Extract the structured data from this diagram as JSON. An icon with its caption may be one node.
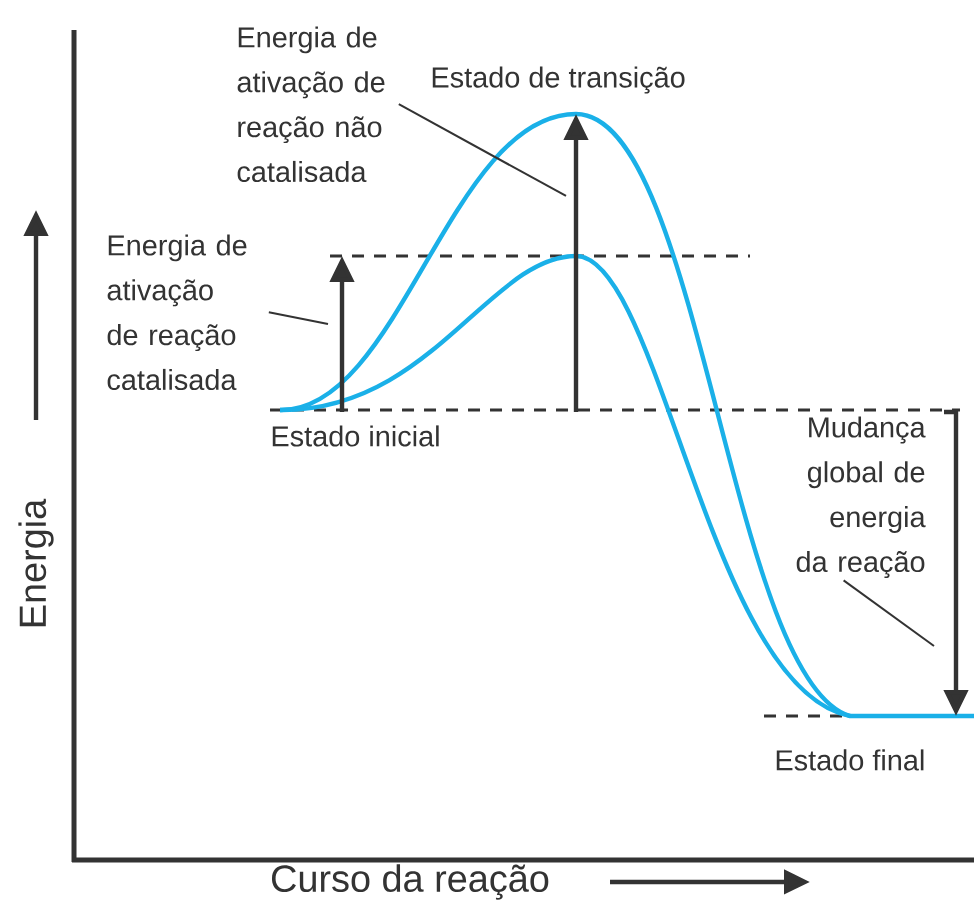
{
  "diagram": {
    "nodes": [
      {
        "text": [
          "Energia de ativação de reação não catalisada"
        ]
      },
      {
        "text": [
          "Energia de ativação de reação catalisada"
        ]
      },
      {
        "text": [
          "Mudança global de energia da reação"
        ]
      }
    ],
    "edges": [
      {
        "from": 0,
        "to": null,
        "arrow": "none"
      },
      {
        "from": 1,
        "to": null,
        "arrow": "none"
      },
      {
        "from": 2,
        "to": null,
        "arrow": "none"
      }
    ],
    "labels": [
      "Estado de transição",
      "Estado inicial",
      "Estado final",
      "Energia",
      "Curso da reação"
    ]
  }
}
